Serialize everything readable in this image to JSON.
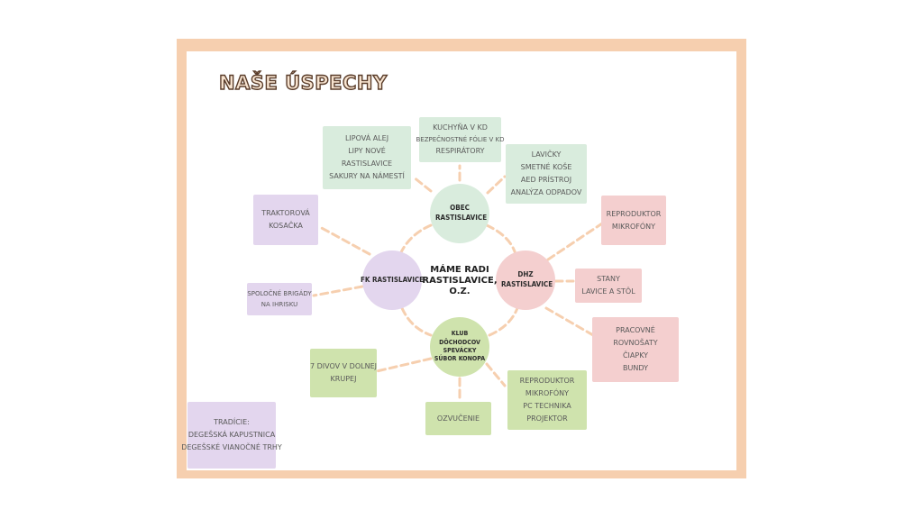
{
  "title": "NAŠE ÚSPECHY",
  "center": "MÁME RADI RASTISLAVICE, O.Z.",
  "nodes": {
    "obec": "OBEC RASTISLAVICE",
    "dhz": "DHZ RASTISLAVICE",
    "fk": "FK RASTISLAVICE",
    "klub": "KLUB DÔCHODCOV SPEVÁCKY SÚBOR KONOPA"
  },
  "boxes": {
    "lipova": [
      "LIPOVÁ ALEJ",
      "LIPY NOVÉ",
      "RASTISLAVICE",
      "SAKURY NA NÁMESTÍ"
    ],
    "kuchyna": [
      "KUCHYŇA V KD",
      "BEZPEČNOSTNÉ FÓLIE V KD",
      "RESPIRÁTORY"
    ],
    "lavicky": [
      "LAVIČKY",
      "SMETNÉ KOŠE",
      "AED PRÍSTROJ",
      "ANALÝZA ODPADOV"
    ],
    "traktorova": [
      "TRAKTOROVÁ",
      "KOSAČKA"
    ],
    "reproduktor_dhz": [
      "REPRODUKTOR",
      "MIKROFÓNY"
    ],
    "spolocne": [
      "SPOLOČNÉ BRIGÁDY",
      "NA IHRISKU"
    ],
    "stany": [
      "STANY",
      "LAVICE A STÔL"
    ],
    "pracovne": [
      "PRACOVNÉ",
      "ROVNOŠATY",
      "ČIAPKY",
      "BUNDY"
    ],
    "divov": [
      "7 DIVOV V DOLNEJ",
      "KRUPEJ"
    ],
    "reproduktor_klub": [
      "REPRODUKTOR",
      "MIKROFÓNY",
      "PC TECHNIKA",
      "PROJEKTOR"
    ],
    "ozvucenie": [
      "OZVUČENIE"
    ],
    "tradicie": [
      "TRADÍCIE:",
      "DEGEŠSKÁ KAPUSTNICA",
      "DEGEŠSKÉ VIANOČNÉ TRHY"
    ]
  },
  "colors": {
    "frame": "#f6cfaf",
    "green": "#d9ecdd",
    "light_green": "#cfe3ad",
    "pink": "#f4cfcf",
    "purple": "#e3d6ee",
    "connector": "#f6cfaf"
  }
}
